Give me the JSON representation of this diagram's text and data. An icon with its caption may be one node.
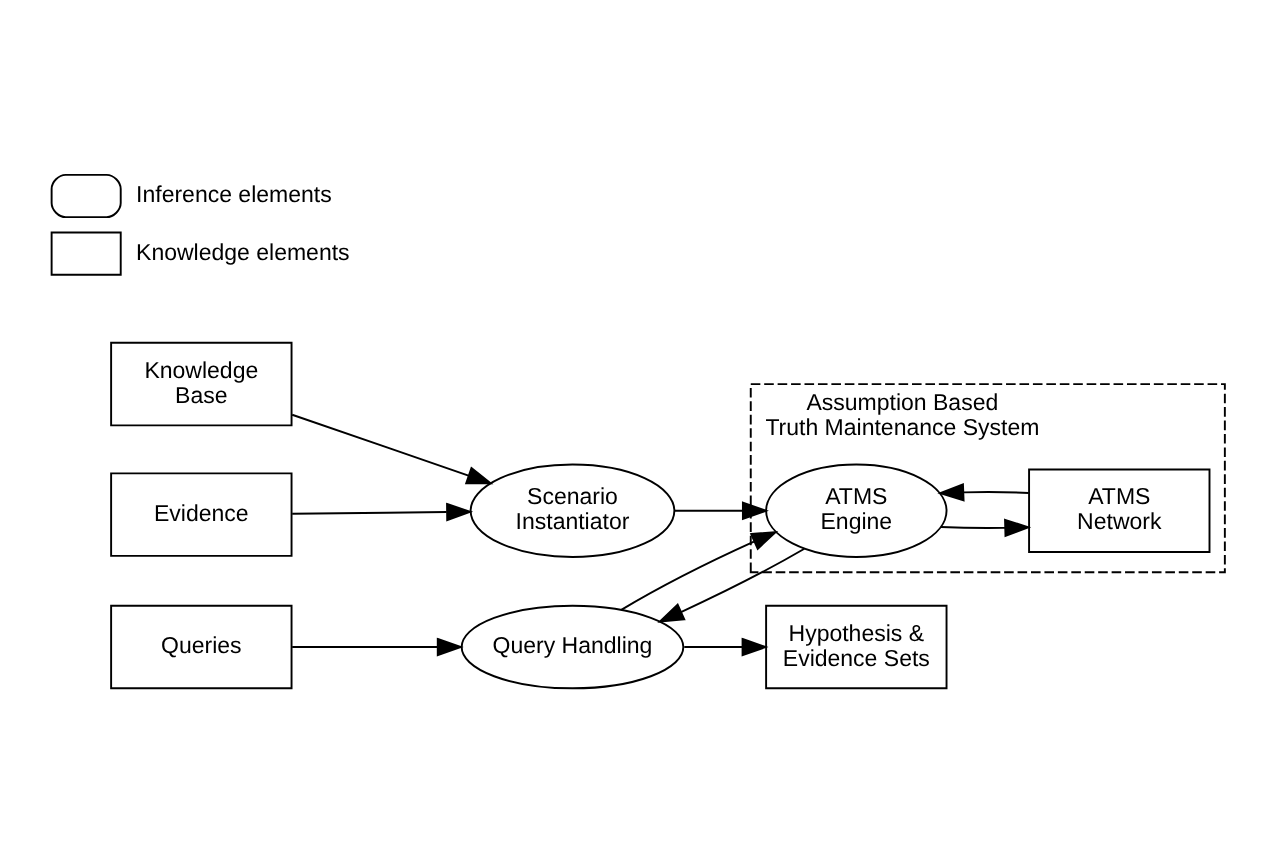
{
  "diagram": {
    "nodes": [
      {
        "text": [
          "Knowledge Base"
        ]
      },
      {
        "text": [
          "Scenario Instantiator"
        ]
      },
      {
        "text": [
          "Evidence"
        ]
      },
      {
        "text": [
          "Queries"
        ]
      },
      {
        "text": [
          "Query Handling"
        ]
      },
      {
        "text": [
          "Hypothesis & Evidence Sets"
        ]
      },
      {
        "text": [
          "Assumption Based Truth Maintenance System"
        ]
      },
      {
        "text": [
          "ATMS Engine"
        ],
        "in": 6
      },
      {
        "text": [
          "ATMS Network"
        ],
        "in": 6
      }
    ],
    "edges": [
      {
        "from": 0,
        "to": 1,
        "arrow": "to"
      },
      {
        "from": 2,
        "to": 1,
        "arrow": "to"
      },
      {
        "from": 1,
        "to": 7,
        "arrow": "to"
      },
      {
        "from": 3,
        "to": 4,
        "arrow": "to"
      },
      {
        "from": 4,
        "to": 7,
        "arrow": "to"
      },
      {
        "from": 7,
        "to": 4,
        "arrow": "to"
      },
      {
        "from": 4,
        "to": 5,
        "arrow": "to"
      },
      {
        "from": 7,
        "to": 8,
        "arrow": "to"
      },
      {
        "from": 8,
        "to": 7,
        "arrow": "to"
      }
    ],
    "legend": [
      {
        "text": "Inference elements"
      },
      {
        "text": "Knowledge elements"
      }
    ]
  }
}
